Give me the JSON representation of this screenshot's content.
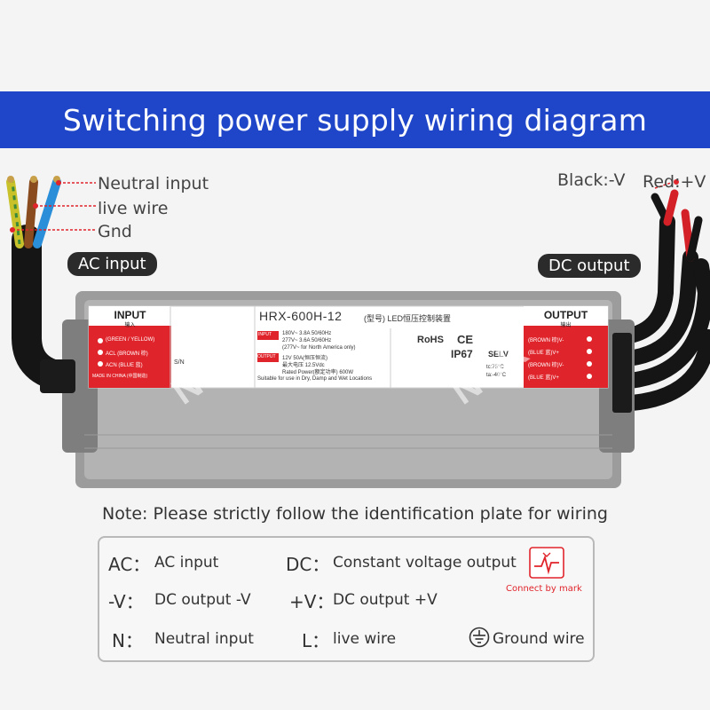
{
  "title": "Switching power supply wiring diagram",
  "wire_labels": {
    "neutral": "Neutral input",
    "live": "live wire",
    "gnd": "Gnd",
    "black": "Black:-V",
    "red": "Red:+V"
  },
  "badges": {
    "ac": "AC input",
    "dc": "DC output"
  },
  "plate": {
    "input_title": "INPUT",
    "input_sub": "输入",
    "input_rows": [
      "(GREEN / YELLOW)",
      "ACL (BROWN 棕)",
      "ACN (BLUE 蓝)"
    ],
    "made_in": "MADE IN CHINA (中国制造)",
    "model": "HRX-600H-12",
    "model_suffix": "(型号) LED恒压控制装置",
    "input_label": "INPUT",
    "output_label": "OUTPUT",
    "spec_lines": [
      "180V~  3.8A  50/60Hz",
      "277V~  3.6A  50/60Hz",
      "(277V~ for North America only)",
      "12V     50A(恒压恒流)",
      "最大电压  12.5Vdc",
      "Rated Power(额定功率) 600W"
    ],
    "suitable": "Suitable for use in Dry, Damp and Wet Locations",
    "sn": "S/N",
    "cert_rohs": "RoHS",
    "cert_ce": "CE",
    "cert_ip": "IP67",
    "cert_selv": "SELV",
    "temp": "tc:75°C",
    "ta": "ta:-40°C",
    "output_title": "OUTPUT",
    "output_sub": "输出",
    "output_rows": [
      "(BROWN 棕)V-",
      "(BLUE 蓝)V+",
      "(BROWN 棕)V-",
      "(BLUE 蓝)V+"
    ],
    "watermark_left": "NOK",
    "watermark_right": "NOK"
  },
  "note": "Note: Please strictly follow the identification plate for wiring",
  "legend": {
    "ac_key": "AC：",
    "ac_val": "AC input",
    "dc_key": "DC：",
    "dc_val": "Constant voltage output",
    "mv_key": "-V：",
    "mv_val": "DC output  -V",
    "pv_key": "+V：",
    "pv_val": "DC output +V",
    "n_key": "N：",
    "n_val": "Neutral input",
    "l_key": "L：",
    "l_val": "live wire",
    "gnd_val": "Ground wire",
    "mark_caption": "Connect by mark"
  },
  "colors": {
    "banner": "#1f45c8",
    "red": "#e0242b",
    "case": "#a9a9a9",
    "wire_brown": "#8a4b1f",
    "wire_blue": "#2a8fd8",
    "wire_yg": "#c8c12a"
  },
  "icons": [
    "ground-icon",
    "connect-by-mark-icon"
  ]
}
